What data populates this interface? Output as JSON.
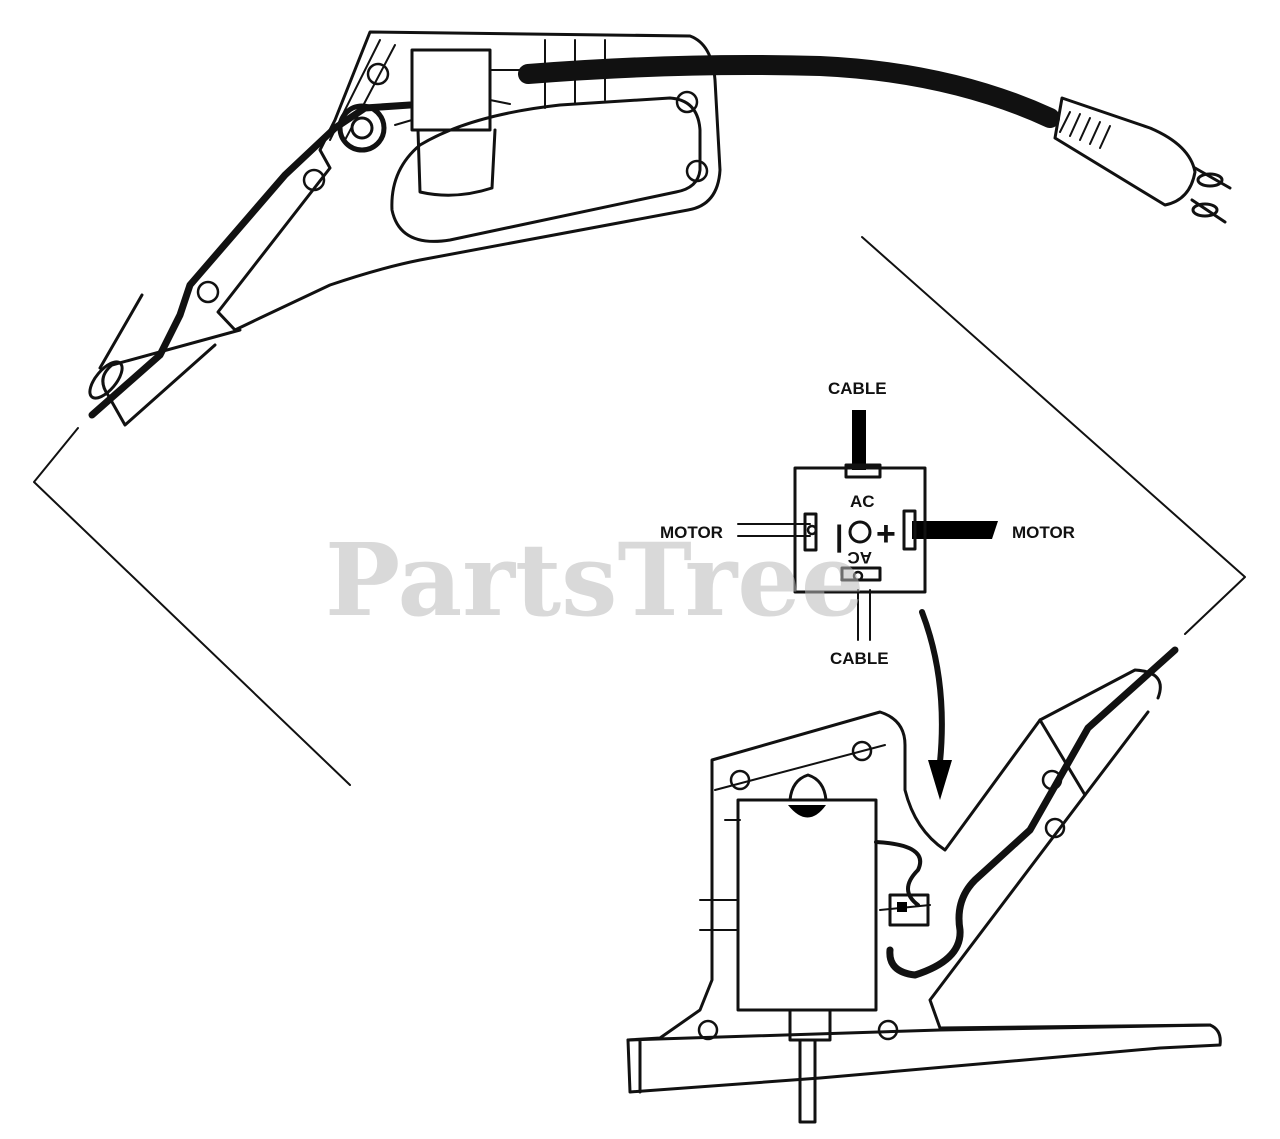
{
  "diagram": {
    "labels": {
      "cable_top": "CABLE",
      "cable_bottom": "CABLE",
      "motor_left": "MOTOR",
      "motor_right": "MOTOR",
      "ac_top": "AC",
      "ac_bottom": "AC",
      "minus_sign": "|",
      "plus_sign": "+"
    },
    "watermark": "PartsTree",
    "colors": {
      "ink": "#111111",
      "watermark": "#b9b9b9"
    }
  }
}
